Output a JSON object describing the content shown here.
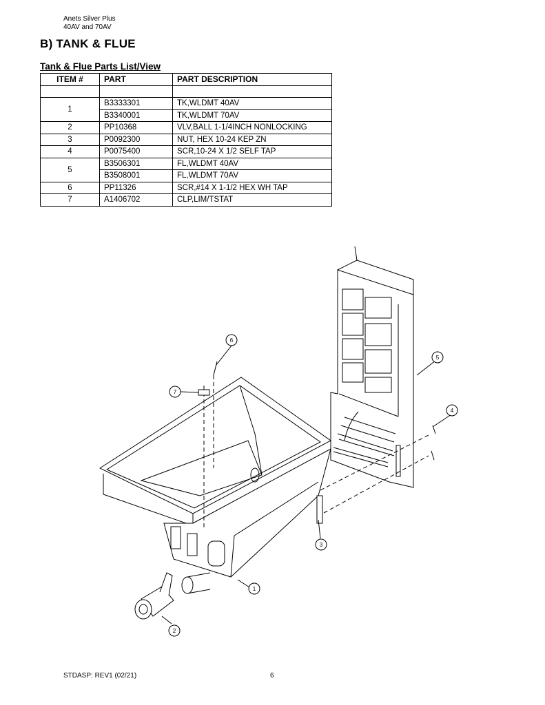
{
  "header": {
    "line1": "Anets Silver Plus",
    "line2": "40AV and 70AV"
  },
  "section_title": "B) TANK & FLUE",
  "table_title": "Tank & Flue Parts List/View",
  "table": {
    "headers": [
      "ITEM #",
      "PART",
      "PART DESCRIPTION"
    ],
    "rows": [
      {
        "item": "1",
        "part": "B3333301",
        "desc": "TK,WLDMT 40AV"
      },
      {
        "part": "B3340001",
        "desc": "TK,WLDMT 70AV"
      },
      {
        "item": "2",
        "part": "PP10368",
        "desc": "VLV,BALL 1-1/4INCH NONLOCKING"
      },
      {
        "item": "3",
        "part": "P0092300",
        "desc": "NUT, HEX 10-24 KEP ZN"
      },
      {
        "item": "4",
        "part": "P0075400",
        "desc": "SCR,10-24 X 1/2 SELF TAP"
      },
      {
        "item": "5",
        "part": "B3506301",
        "desc": "FL,WLDMT 40AV"
      },
      {
        "part": "B3508001",
        "desc": "FL,WLDMT 70AV"
      },
      {
        "item": "6",
        "part": "PP11326",
        "desc": "SCR,#14 X 1-1/2 HEX WH TAP"
      },
      {
        "item": "7",
        "part": "A1406702",
        "desc": "CLP,LIM/TSTAT"
      }
    ]
  },
  "callouts": [
    "1",
    "2",
    "3",
    "4",
    "5",
    "6",
    "7"
  ],
  "footer": {
    "left": "STDASP: REV1 (02/21)",
    "page": "6"
  }
}
